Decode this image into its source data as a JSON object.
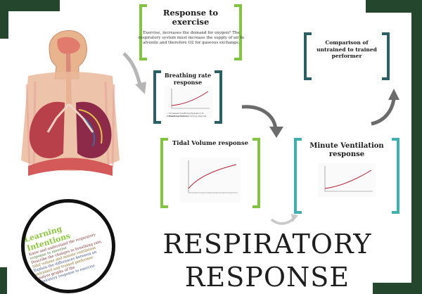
{
  "title": {
    "line_1": "RESPIRATORY",
    "line_2": "RESPONSE"
  },
  "response_to_exercise": {
    "title": "Response to exercise",
    "body": "Exercise, increases the demand for oxygen? The respiratory system must increase the supply of air to alveoile and therefore O2 for gaseous exchange."
  },
  "breathing_rate": {
    "title": "Breathing rate response",
    "caption_1": "• Increased breathing frequency to increase ventilation",
    "caption_2": "• Breathing rate rises during exercise"
  },
  "comparison": {
    "title": "Comparison of untrained to trained performer"
  },
  "tidal_volume": {
    "title": "Tidal Volume response"
  },
  "minute_ventilation": {
    "title": "Minute Ventilation response"
  },
  "learning_intentions": {
    "title": "Learning Intentions",
    "lines": [
      "Know and understand the respiratory",
      "response to exercise",
      "Describe the changes to breathing rate,",
      "tidal volume and minute ventilation",
      "Explain the differences between an",
      "untrained and trained performer",
      "Analyse graphs of the",
      "respiratory response to exercise"
    ]
  },
  "colors": {
    "dark_green": "#23462d",
    "lime": "#82c341",
    "teal": "#2b5f63",
    "cyan": "#3fb0ad",
    "curve_red": "#b01c2e"
  }
}
